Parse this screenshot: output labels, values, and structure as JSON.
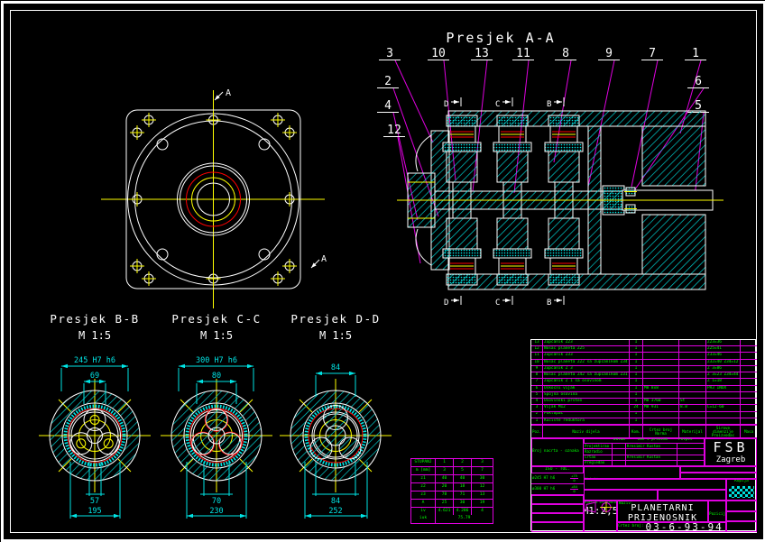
{
  "colors": {
    "cyan": "#00e5e5",
    "magenta": "#e000e0",
    "green": "#00ff00",
    "yellow": "#ffff00",
    "red": "#ff0000",
    "white": "#ffffff"
  },
  "front_view": {
    "section_marker": "A"
  },
  "aa": {
    "title": "Presjek A-A",
    "balloons": [
      "3",
      "10",
      "13",
      "11",
      "8",
      "9",
      "7",
      "1",
      "2",
      "6",
      "4",
      "5",
      "12"
    ],
    "cut_markers": [
      "D",
      "C",
      "B"
    ]
  },
  "sections": [
    {
      "title": "Presjek B-B",
      "scale": "M 1:5",
      "dim_top_outer": "245 H7 h6",
      "dim_top_inner": "69",
      "dim_bottom_inner": "57",
      "dim_bottom_outer": "195"
    },
    {
      "title": "Presjek C-C",
      "scale": "M 1:5",
      "dim_top_outer": "300 H7 h6",
      "dim_top_inner": "80",
      "dim_bottom_inner": "70",
      "dim_bottom_outer": "230"
    },
    {
      "title": "Presjek D-D",
      "scale": "M 1:5",
      "dim_top_outer": "",
      "dim_top_inner": "84",
      "dim_bottom_inner": "84",
      "dim_bottom_outer": "252"
    }
  ],
  "gear_table": {
    "rows": [
      {
        "c0": "STUPANJ",
        "c1": "1",
        "c2": "2",
        "c3": "3"
      },
      {
        "c0": "m [mm]",
        "c1": "3",
        "c2": "5",
        "c3": "7"
      },
      {
        "c0": "z1",
        "c1": "40",
        "c2": "40",
        "c3": "30"
      },
      {
        "c0": "z2",
        "c1": "20",
        "c2": "18",
        "c3": "12"
      },
      {
        "c0": "z3",
        "c1": "78",
        "c2": "71",
        "c3": "13"
      },
      {
        "c0": "A",
        "c1": "25",
        "c2": "30",
        "c3": "19"
      },
      {
        "c0": "iv",
        "c1": "4.621",
        "c2": "4.286",
        "c3": "4"
      }
    ],
    "total_label": "iuk",
    "total_value": "75.79"
  },
  "parts_list": {
    "headers": {
      "poz": "Poz.",
      "naziv": "Naziv dijela",
      "kom": "Kom.",
      "norma": "Crtez broj Norma",
      "mat": "Materijal",
      "dim": "Sirove dimenzije Proizvodac",
      "masa": "Masa"
    },
    "rows": [
      {
        "poz": "13",
        "naziv": "Zupcanik Z23",
        "kom": "1",
        "norma": "",
        "mat": "",
        "dim": "Z23=36",
        "masa": ""
      },
      {
        "poz": "12",
        "naziv": "Nosac planeta Z25",
        "kom": "1",
        "norma": "",
        "mat": "",
        "dim": "Z25=41",
        "masa": ""
      },
      {
        "poz": "11",
        "naziv": "Zupcanik Z33",
        "kom": "1",
        "norma": "",
        "mat": "",
        "dim": "Z33=46",
        "masa": ""
      },
      {
        "poz": "10",
        "naziv": "Nosac planeta Z22 sa zupcanikom Z34",
        "kom": "1",
        "norma": "",
        "mat": "",
        "dim": "Z32=40 Z34=12",
        "masa": ""
      },
      {
        "poz": "9",
        "naziv": "Zupcanik Z 3",
        "kom": "1",
        "norma": "",
        "mat": "",
        "dim": "Z 3=86",
        "masa": ""
      },
      {
        "poz": "8",
        "naziv": "Nosac planeta Z42 sa zupcanikom Z31",
        "kom": "1",
        "norma": "",
        "mat": "",
        "dim": "Z 3=23 Z34=44",
        "masa": ""
      },
      {
        "poz": "7",
        "naziv": "Zupcanik Z 1 sa osovinom",
        "kom": "1",
        "norma": "",
        "mat": "",
        "dim": "Z 1=18",
        "masa": ""
      },
      {
        "poz": "6",
        "naziv": "Uskocni vijak",
        "kom": "1",
        "norma": "M8 8x8",
        "mat": "",
        "dim": "PA3 INOX",
        "masa": ""
      },
      {
        "poz": "5",
        "naziv": "Spojna osovina",
        "kom": "1",
        "norma": "",
        "mat": "",
        "dim": "",
        "masa": ""
      },
      {
        "poz": "4",
        "naziv": "Osovinski prsten",
        "kom": "1",
        "norma": "M8 3760",
        "mat": "St",
        "dim": "",
        "masa": ""
      },
      {
        "poz": "3",
        "naziv": "Vijak M12",
        "kom": "24",
        "norma": "M8 931",
        "mat": "8.8",
        "dim": "L=12-60",
        "masa": ""
      },
      {
        "poz": "2",
        "naziv": "Poklopac",
        "kom": "1",
        "norma": "",
        "mat": "",
        "dim": "",
        "masa": ""
      },
      {
        "poz": "1",
        "naziv": "Kuciste reduktora",
        "kom": "1",
        "norma": "",
        "mat": "",
        "dim": "",
        "masa": ""
      }
    ]
  },
  "title_block": {
    "signatures": {
      "col_broj": "Broj nacrta - oznaka",
      "col_datum": "Datum",
      "col_ime": "Ime i prezime",
      "col_potpis": "Potpis",
      "rows": [
        {
          "label": "Projektirao",
          "name": "Kresimir Kustan"
        },
        {
          "label": "Razradio",
          "name": ""
        },
        {
          "label": "Crtao",
          "name": "Kresimir Kustan"
        },
        {
          "label": "Pregledao",
          "name": ""
        }
      ],
      "org1": "FSB",
      "org2": "Zagreb"
    },
    "iso": {
      "header": "ISO - TOL.",
      "rows": [
        {
          "dim": "ø245 H7 h6",
          "tol_plus": "+75",
          "tol_zero": "0"
        },
        {
          "dim": "ø300 H7 h6",
          "tol_plus": "+84",
          "tol_zero": "0"
        }
      ]
    },
    "info": {
      "objekt": "Objekt:",
      "objekt_broj": "Objekt broj:",
      "rn_broj": "R.N. broj:",
      "napomena": "Napomena:",
      "materijal": "Materijal:",
      "masa": "Masa:",
      "kopija": "Kopija",
      "pozicija": "Pozicija:",
      "format": "Format:",
      "listova": "Listova:",
      "list": "List:",
      "naziv": "Naziv:",
      "naziv_value1": "PLANETARNI",
      "naziv_value2": "PRIJENOSNIK",
      "mjerilo_label": "Mjerilo originala",
      "mjerilo_value": "M1:2,5",
      "crtez_label": "Crtez broj:",
      "crtez_value": "03-6-93-94"
    }
  }
}
